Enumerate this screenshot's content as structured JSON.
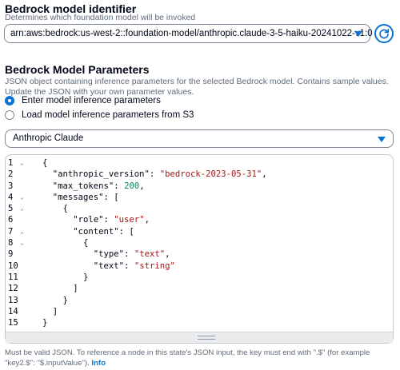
{
  "model_identifier": {
    "title": "Bedrock model identifier",
    "description": "Determines which foundation model will be invoked",
    "value": "arn:aws:bedrock:us-west-2::foundation-model/anthropic.claude-3-5-haiku-20241022-v1:0"
  },
  "model_parameters": {
    "title": "Bedrock Model Parameters",
    "description": "JSON object containing inference parameters for the selected Bedrock model. Contains sample values. Update the JSON with your own parameter values.",
    "options": [
      {
        "label": "Enter model inference parameters",
        "checked": true
      },
      {
        "label": "Load model inference parameters from S3",
        "checked": false
      }
    ],
    "model_family": "Anthropic Claude"
  },
  "editor": {
    "line_numbers": [
      "1",
      "2",
      "3",
      "4",
      "5",
      "6",
      "7",
      "8",
      "9",
      "10",
      "11",
      "12",
      "13",
      "14",
      "15"
    ],
    "lines": [
      "{",
      "  \"anthropic_version\": \"bedrock-2023-05-31\",",
      "  \"max_tokens\": 200,",
      "  \"messages\": [",
      "    {",
      "      \"role\": \"user\",",
      "      \"content\": [",
      "        {",
      "          \"type\": \"text\",",
      "          \"text\": \"string\"",
      "        }",
      "      ]",
      "    }",
      "  ]",
      "}"
    ]
  },
  "footer": {
    "text": "Must be valid JSON. To reference a node in this state's JSON input, the key must end with \".$\" (for example \"key2.$\": \"$.inputValue\").",
    "info_label": "Info"
  }
}
